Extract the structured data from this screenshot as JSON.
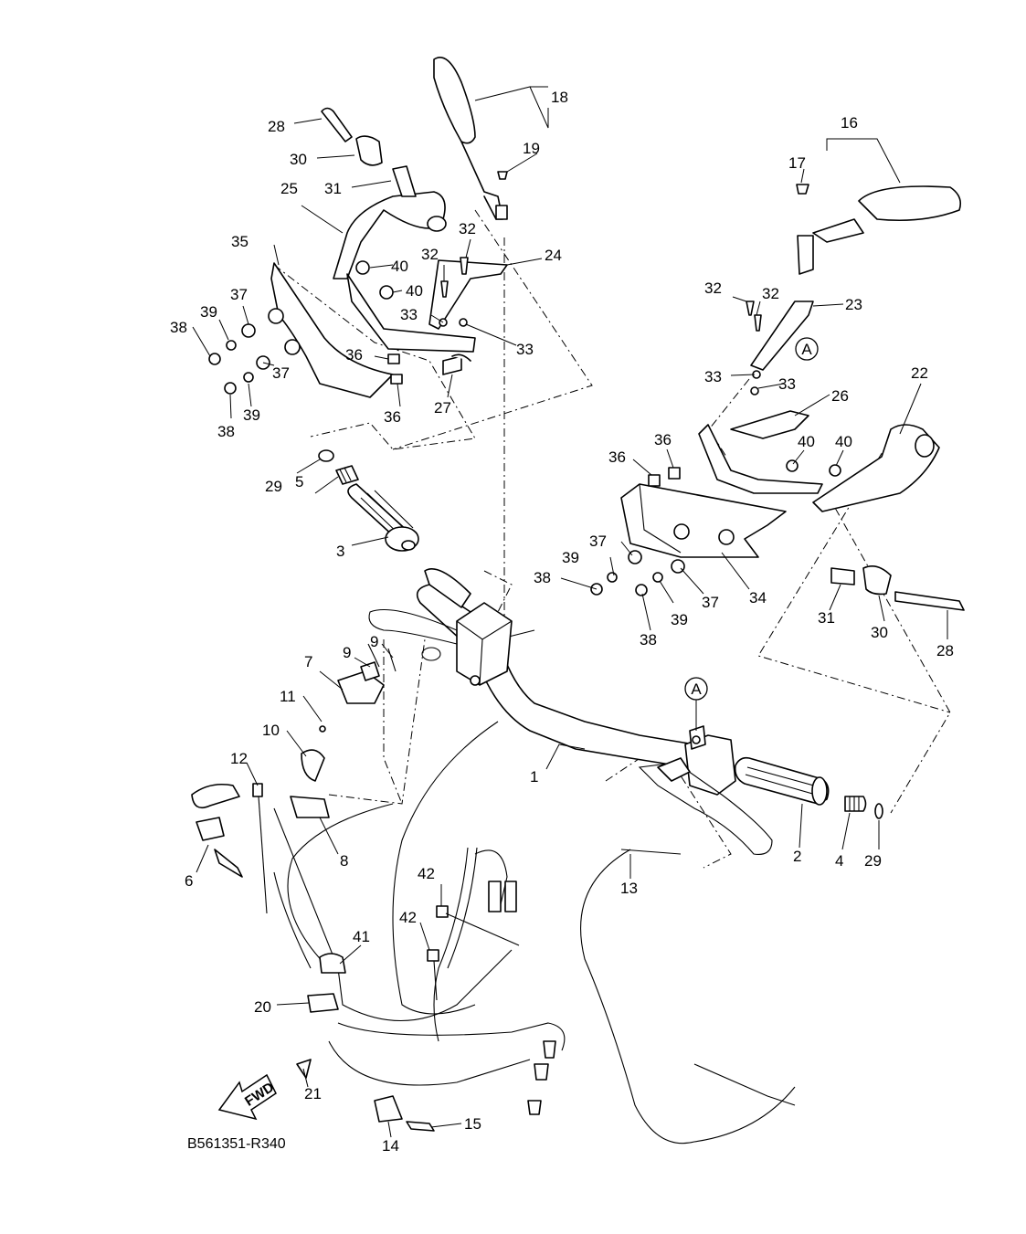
{
  "diagram": {
    "code": "B561351-R340",
    "fwd_label": "FWD",
    "ref_marker": "A",
    "callouts": {
      "c1": "1",
      "c2": "2",
      "c3": "3",
      "c4": "4",
      "c5": "5",
      "c6": "6",
      "c7": "7",
      "c8": "8",
      "c9a": "9",
      "c9b": "9",
      "c10": "10",
      "c11": "11",
      "c12": "12",
      "c13": "13",
      "c14": "14",
      "c15": "15",
      "c16": "16",
      "c17": "17",
      "c18": "18",
      "c19": "19",
      "c20": "20",
      "c21": "21",
      "c22": "22",
      "c23": "23",
      "c24": "24",
      "c25": "25",
      "c26": "26",
      "c27": "27",
      "c28l": "28",
      "c28r": "28",
      "c29l": "29",
      "c29r": "29",
      "c30l": "30",
      "c30r": "30",
      "c31l": "31",
      "c31r": "31",
      "c32a": "32",
      "c32b": "32",
      "c32c": "32",
      "c32d": "32",
      "c33a": "33",
      "c33b": "33",
      "c33c": "33",
      "c33d": "33",
      "c34": "34",
      "c35": "35",
      "c36a": "36",
      "c36b": "36",
      "c36c": "36",
      "c36d": "36",
      "c37a": "37",
      "c37b": "37",
      "c37c": "37",
      "c37d": "37",
      "c38a": "38",
      "c38b": "38",
      "c38c": "38",
      "c38d": "38",
      "c39a": "39",
      "c39b": "39",
      "c39c": "39",
      "c39d": "39",
      "c40a": "40",
      "c40b": "40",
      "c40c": "40",
      "c40d": "40",
      "c41": "41",
      "c42a": "42",
      "c42b": "42"
    }
  }
}
